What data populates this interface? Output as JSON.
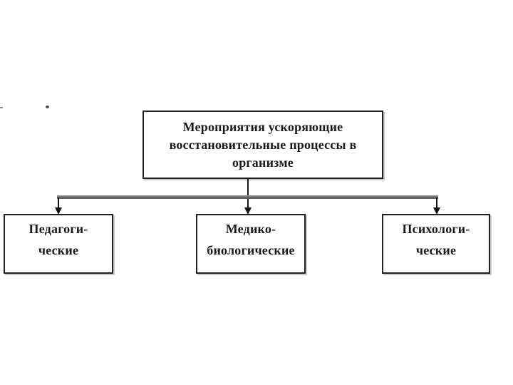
{
  "diagram": {
    "root": {
      "lines": [
        "Мероприятия ускоряющие",
        "восстановительные процессы в",
        "организме"
      ]
    },
    "children": [
      {
        "id": "pedagogical",
        "lines": [
          "Педагоги-",
          "ческие"
        ]
      },
      {
        "id": "medico-biological",
        "lines": [
          "Медико-",
          "биологические"
        ]
      },
      {
        "id": "psychological",
        "lines": [
          "Психологи-",
          "ческие"
        ]
      }
    ],
    "colors": {
      "background": "#ffffff",
      "box_border": "#212121",
      "text": "#1a1a1a",
      "connector_bar": "#6a6a6a",
      "arrow": "#111111"
    }
  }
}
